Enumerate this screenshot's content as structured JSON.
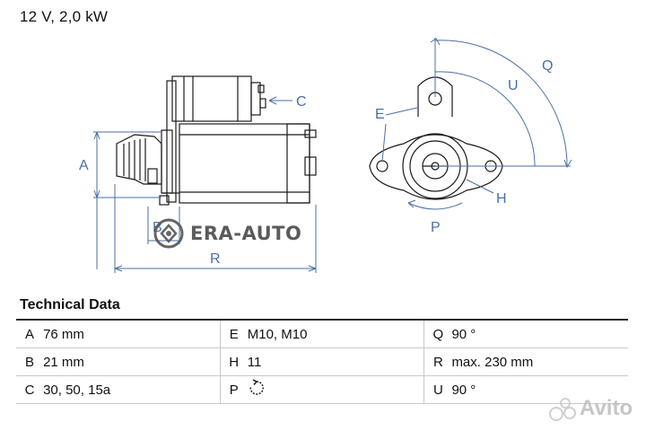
{
  "header": {
    "spec": "12 V, 2,0 kW"
  },
  "labels": {
    "A": "A",
    "B": "B",
    "C": "C",
    "E": "E",
    "H": "H",
    "P": "P",
    "Q": "Q",
    "R": "R",
    "U": "U"
  },
  "watermark": {
    "text": "ERA-AUTO",
    "logo_icon": "era-auto-logo"
  },
  "tech": {
    "heading": "Technical Data",
    "rows": [
      [
        {
          "k": "A",
          "v": "76 mm"
        },
        {
          "k": "E",
          "v": "M10, M10"
        },
        {
          "k": "Q",
          "v": "90 °"
        }
      ],
      [
        {
          "k": "B",
          "v": "21 mm"
        },
        {
          "k": "H",
          "v": "11"
        },
        {
          "k": "R",
          "v": "max. 230 mm"
        }
      ],
      [
        {
          "k": "C",
          "v": "30, 50, 15a"
        },
        {
          "k": "P",
          "v": "",
          "icon": "rotation-arrow-icon"
        },
        {
          "k": "U",
          "v": "90 °"
        }
      ]
    ]
  },
  "avito": {
    "text": "Avito",
    "icon": "avito-logo"
  },
  "colors": {
    "dimension_line": "#4a6fa5",
    "outline": "#1a1a1a"
  }
}
